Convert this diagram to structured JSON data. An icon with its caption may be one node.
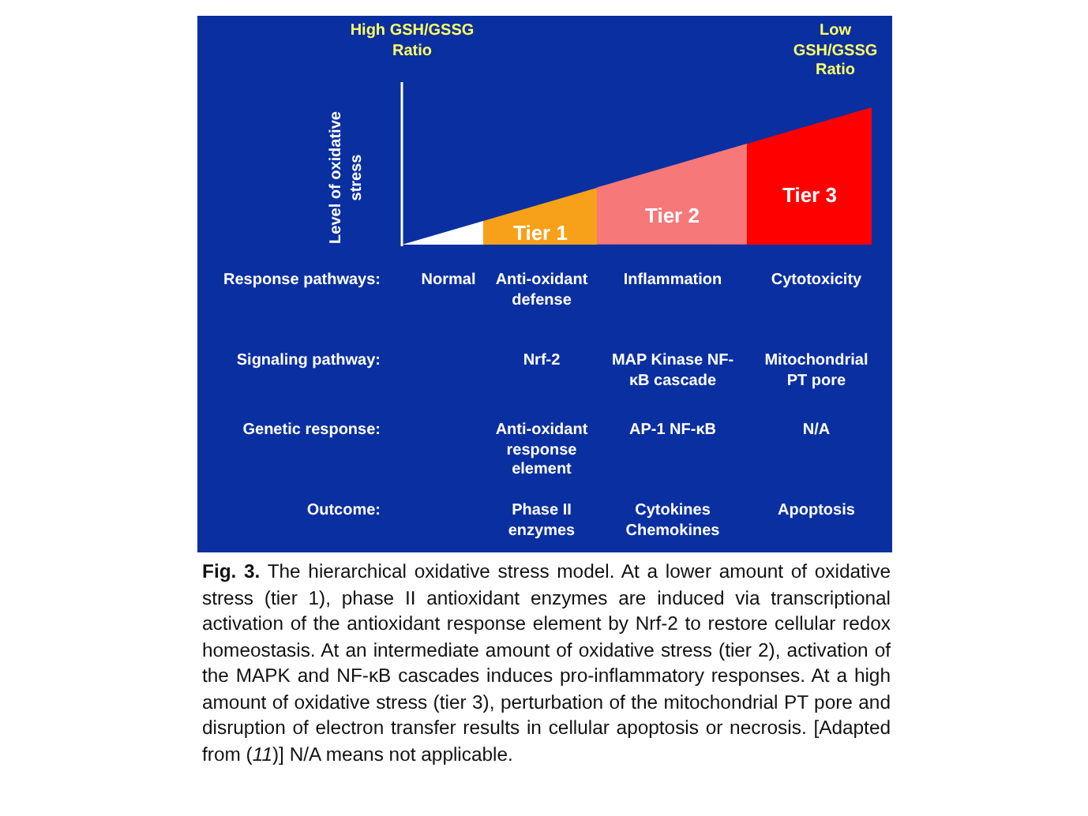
{
  "diagram": {
    "caption": "**Fig. 3.** The hierarchical oxidative stress model. At a lower amount of oxidative stress (tier 1), phase II antioxidant enzymes are induced via transcriptional activation of the antioxidant response element by Nrf-2 to restore cellular redox homeostasis. At an intermediate amount of oxidative stress (tier 2), activation of the MAPK and NF-κB cascades induces pro-inflammatory responses. At a high amount of oxidative stress (tier 3), perturbation of the mitochondrial PT pore and disruption of electron transfer results in cellular apoptosis or necrosis. [Adapted from (*11*)] N/A means not applicable.",
    "nodes": [
      {
        "text": [],
        "shape": "triangle"
      },
      {
        "text": [
          "Tier 1"
        ]
      },
      {
        "text": [
          "Tier 2"
        ]
      },
      {
        "text": [
          "Tier 3"
        ]
      }
    ],
    "labels": [
      "High GSH/GSSG Ratio",
      "Low GSH/GSSG Ratio",
      "Level of oxidative stress",
      "Response pathways:",
      "Normal",
      "Anti-oxidant defense",
      "Inflammation",
      "Cytotoxicity",
      "Signaling pathway:",
      "Nrf-2",
      "MAP Kinase NF-κB cascade",
      "Mitochondrial PT pore",
      "Genetic response:",
      "Anti-oxidant response element",
      "AP-1 NF-κB",
      "N/A",
      "Outcome:",
      "Phase II enzymes",
      "Cytokines Chemokines",
      "Apoptosis"
    ]
  }
}
